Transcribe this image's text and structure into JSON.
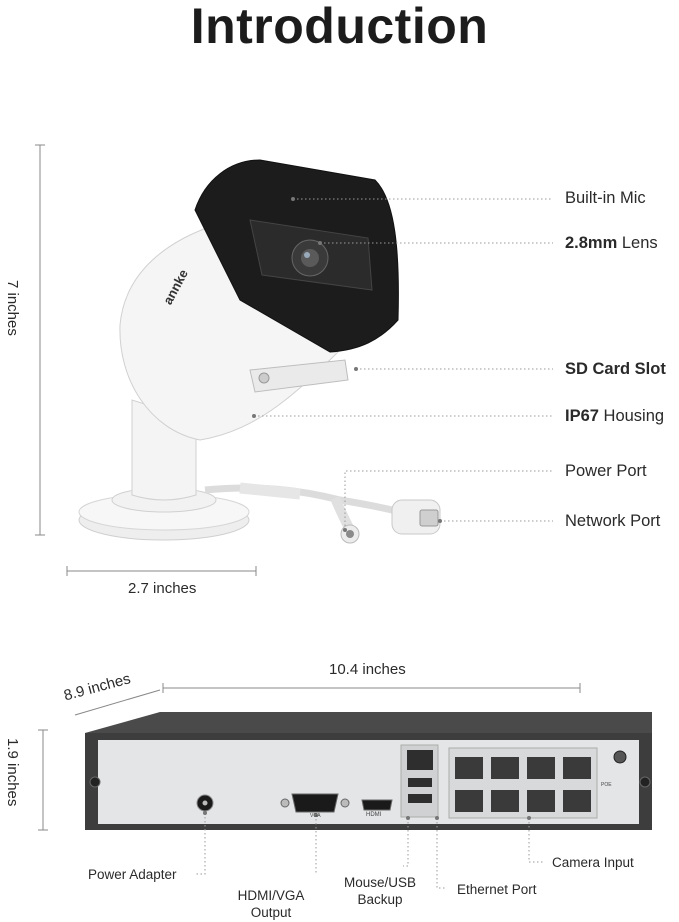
{
  "title": "Introduction",
  "camera": {
    "brand": "annke",
    "labels": {
      "mic": "Built-in Mic",
      "lens_bold": "2.8mm",
      "lens_rest": " Lens",
      "sd_bold": "SD Card Slot",
      "ip67_bold": "IP67",
      "ip67_rest": " Housing",
      "power": "Power Port",
      "network": "Network Port"
    },
    "dims": {
      "height": "7 inches",
      "width": "2.7 inches"
    }
  },
  "nvr": {
    "dims": {
      "length": "10.4 inches",
      "depth": "8.9 inches",
      "height": "1.9 inches"
    },
    "labels": {
      "power_adapter": "Power Adapter",
      "hdmi_vga_1": "HDMI/VGA",
      "hdmi_vga_2": "Output",
      "mouse_1": "Mouse/USB",
      "mouse_2": "Backup",
      "ethernet": "Ethernet Port",
      "camera_input": "Camera Input"
    },
    "port_marks": {
      "hdmi": "HDMI",
      "vga": "VGA",
      "poe": "POE"
    }
  },
  "colors": {
    "text": "#2a2a2a",
    "nvr_top": "#4a4a4a",
    "nvr_face": "#e4e5e7",
    "port": "#3a3a3a"
  }
}
